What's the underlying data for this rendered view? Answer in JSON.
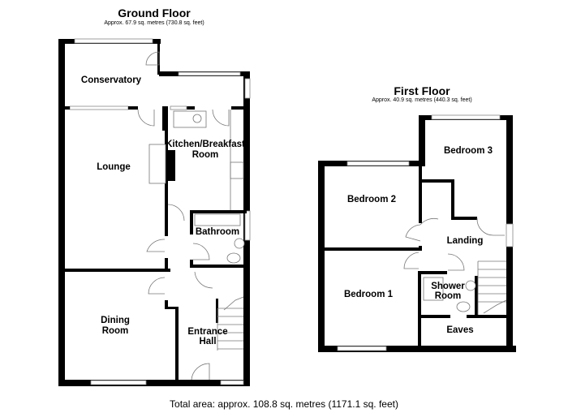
{
  "ground_floor": {
    "title": "Ground Floor",
    "area": "Approx. 67.9 sq. metres (730.8 sq. feet)",
    "rooms": [
      {
        "name": "Conservatory"
      },
      {
        "name": "Lounge"
      },
      {
        "name": "Kitchen/Breakfast",
        "name2": "Room"
      },
      {
        "name": "Bathroom"
      },
      {
        "name": "Dining",
        "name2": "Room"
      },
      {
        "name": "Entrance",
        "name2": "Hall"
      }
    ]
  },
  "first_floor": {
    "title": "First Floor",
    "area": "Approx. 40.9 sq. metres (440.3 sq. feet)",
    "rooms": [
      {
        "name": "Bedroom 3"
      },
      {
        "name": "Bedroom 2"
      },
      {
        "name": "Landing"
      },
      {
        "name": "Bedroom 1"
      },
      {
        "name": "Shower",
        "name2": "Room"
      },
      {
        "name": "Eaves"
      }
    ]
  },
  "footer": {
    "total_area": "Total area: approx. 108.8 sq. metres (1171.1 sq. feet)"
  },
  "colors": {
    "wall": "#000000",
    "window_frame": "#888888",
    "background": "#ffffff"
  }
}
